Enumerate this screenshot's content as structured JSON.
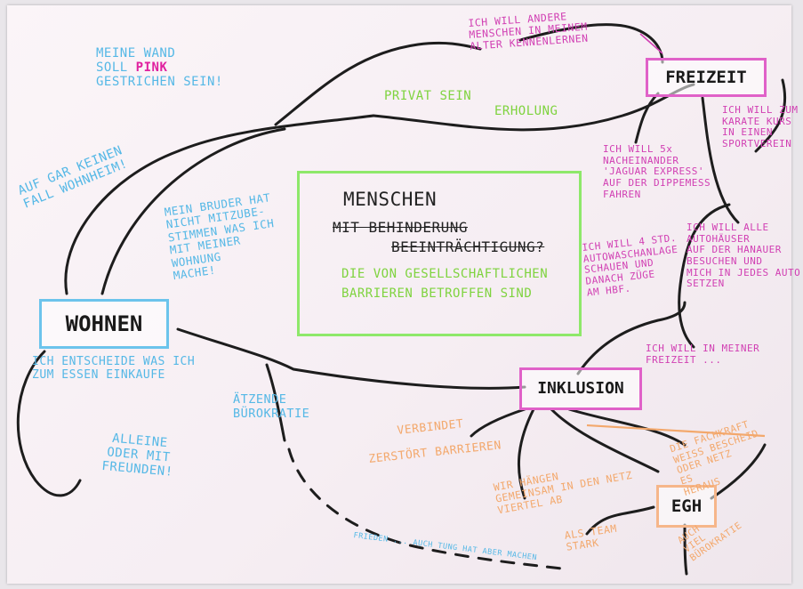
{
  "center": {
    "title": "MENSCHEN",
    "struck_line1": "MIT BEHINDERUNG",
    "struck_line2": "BEEINTRÄCHTIGUNG?",
    "subtitle_line1": "DIE VON GESELLSCHAFTLICHEN",
    "subtitle_line2": "BARRIEREN BETROFFEN SIND"
  },
  "nodes": {
    "wohnen": "WOHNEN",
    "freizeit": "FREIZEIT",
    "inklusion": "INKLUSION",
    "egh": "EGH"
  },
  "notes": {
    "wand_pre": "MEINE WAND\nSOLL ",
    "wand_pink": "PINK",
    "wand_post": "\nGESTRICHEN SEIN!",
    "wohnheim": "AUF GAR KEINEN\nFALL WOHNHEIM!",
    "bruder": "MEIN BRUDER HAT\nNICHT MITZUBE-\nSTIMMEN WAS ICH\nMIT MEINER\nWOHNUNG\nMACHE!",
    "entscheide": "ICH ENTSCHEIDE WAS ICH\nZUM ESSEN EINKAUFE",
    "alleine": "ALLEINE\nODER MIT\nFREUNDEN!",
    "buerokratie_blue": "ÄTZENDE\nBÜROKRATIE",
    "privat": "PRIVAT SEIN",
    "erholung": "ERHOLUNG",
    "andere": "ICH WILL ANDERE\nMENSCHEN IN MEINEM\nALTER KENNENLERNEN",
    "karate": "ICH WILL ZUM\nKARATE KURS\nIN EINEN\nSPORTVEREIN",
    "jaguar": "ICH WILL 5x\nNACHEINANDER\n'JAGUAR EXPRESS'\nAUF DER DIPPEMESS\nFAHREN",
    "autowaschanlage": "ICH WILL 4 STD.\nAUTOWASCHANLAGE\nSCHAUEN UND\nDANACH ZÜGE\nAM HBF.",
    "autohaeuser": "ICH WILL ALLE\nAUTOHÄUSER\nAUF DER HANAUER\nBESUCHEN UND\nMICH IN JEDES AUTO\nSETZEN",
    "freizeit_note": "ICH WILL IN MEINER\nFREIZEIT ...",
    "verbindet": "VERBINDET",
    "zerstoert": "ZERSTÖRT BARRIEREN",
    "haengen": "WIR HÄNGEN\nGEMEINSAM IN DEN NETZ\nVIERTEL AB",
    "alsteam": "ALS TEAM\nSTARK",
    "fachkraft": "DIE FACHKRAFT\nWEISS BESCHEID\nODER NETZ\nES\nHERAUS",
    "viel": "AUCH\nVIEL\nBÜROKRATIE",
    "frieden": "FRIEDEN ... AUCH TUNG HAT ABER MACHEN"
  },
  "colors": {
    "blue": "#55b8e6",
    "pink": "#d13fb3",
    "green": "#7fd33f",
    "orange": "#f3a86c",
    "ink": "#222222",
    "paper": "#fbf5f8"
  }
}
